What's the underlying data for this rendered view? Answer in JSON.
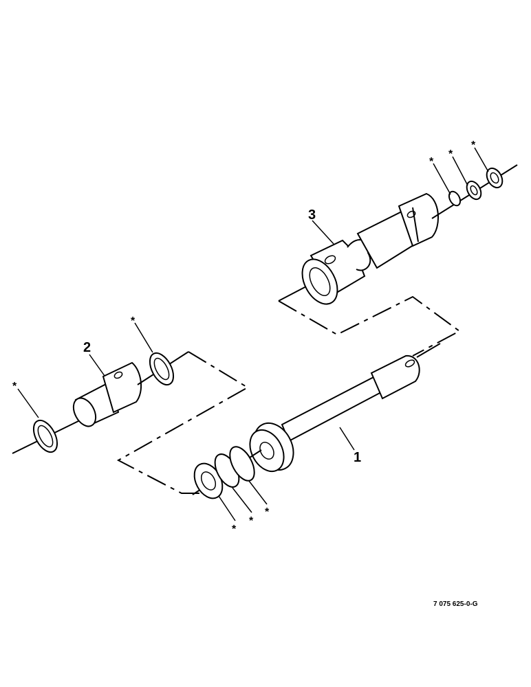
{
  "diagram": {
    "callouts": {
      "part1": "1",
      "part2": "2",
      "part3": "3"
    },
    "seal_marker": "*",
    "reference_number": "7 075 625-0-G"
  }
}
